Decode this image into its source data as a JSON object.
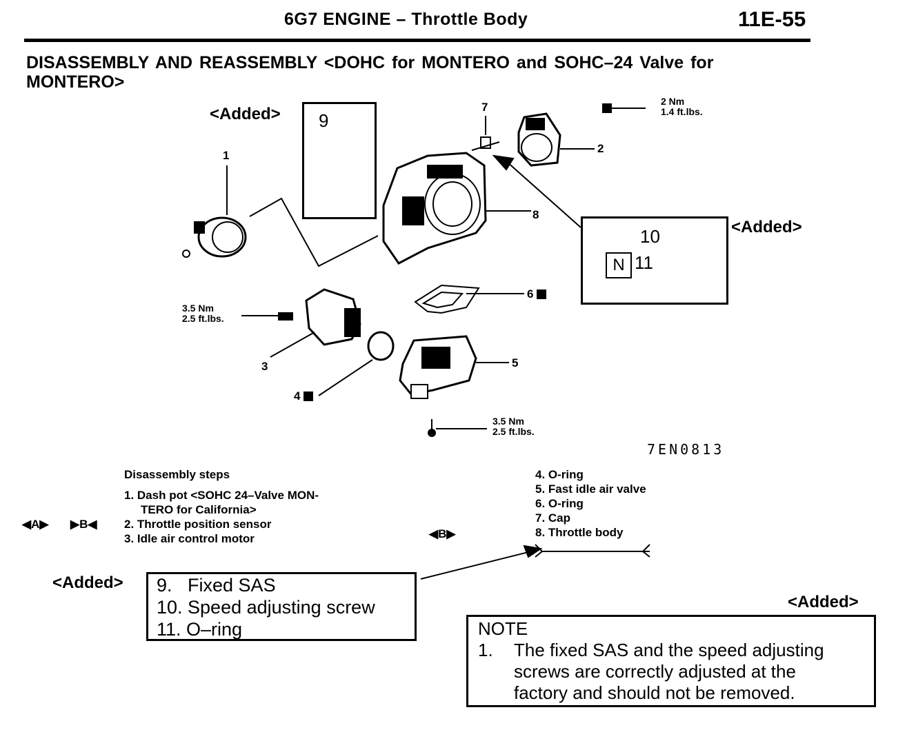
{
  "header": {
    "title": "6G7 ENGINE – Throttle Body",
    "page_number": "11E-55"
  },
  "section_title": "DISASSEMBLY AND REASSEMBLY <DOHC for MONTERO and SOHC–24 Valve for MONTERO>",
  "diagram": {
    "added_labels": [
      "<Added>",
      "<Added>",
      "<Added>",
      "<Added>"
    ],
    "callouts": [
      "1",
      "2",
      "3",
      "4",
      "5",
      "6",
      "7",
      "8",
      "9",
      "10",
      "11"
    ],
    "new_part_mark": "N",
    "torques": [
      {
        "nm": "2 Nm",
        "ftlbs": "1.4 ft.lbs."
      },
      {
        "nm": "3.5 Nm",
        "ftlbs": "2.5 ft.lbs."
      },
      {
        "nm": "3.5 Nm",
        "ftlbs": "2.5 ft.lbs."
      }
    ],
    "figure_code": "7EN0813"
  },
  "disassembly": {
    "heading": "Disassembly steps",
    "markers": {
      "a": "◀A▶",
      "b": "▶B◀",
      "c": "◀B▶"
    },
    "steps_left": [
      "1. Dash pot <SOHC 24–Valve MON-",
      "TERO for California>",
      "2. Throttle position sensor",
      "3. Idle air control motor"
    ],
    "steps_right": [
      "4. O-ring",
      "5. Fast idle air valve",
      "6. O-ring",
      "7. Cap",
      "8. Throttle body"
    ]
  },
  "added_steps": [
    "9.   Fixed SAS",
    "10. Speed adjusting screw",
    "11. O–ring"
  ],
  "note": {
    "heading": "NOTE",
    "number": "1.",
    "lines": [
      "The fixed SAS and the speed adjusting",
      "screws are correctly adjusted at the",
      "factory and should not be removed."
    ]
  }
}
